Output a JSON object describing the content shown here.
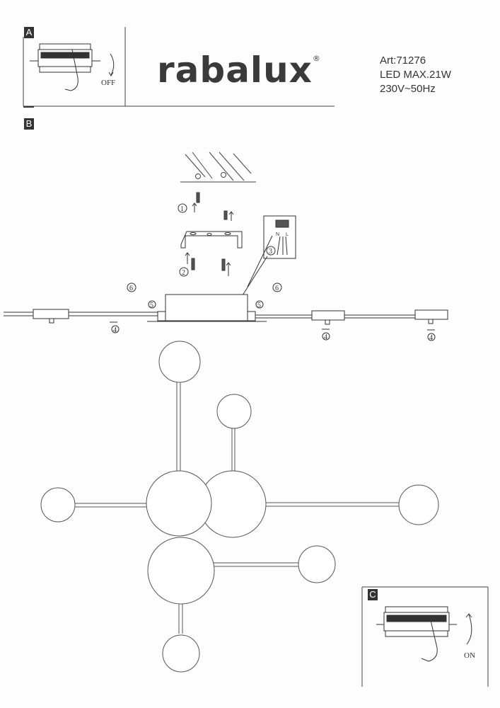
{
  "sections": {
    "a": "A",
    "b": "B",
    "c": "C"
  },
  "brand": {
    "name": "rabalux",
    "reg": "®"
  },
  "specs": {
    "article": "Art:71276",
    "power": "LED MAX.21W",
    "voltage": "230V~50Hz"
  },
  "switch_off": "OFF",
  "switch_on": "ON",
  "steps": [
    "1",
    "2",
    "3",
    "4",
    "5",
    "6"
  ],
  "terminal_labels": {
    "neutral": "N",
    "live": "L"
  }
}
